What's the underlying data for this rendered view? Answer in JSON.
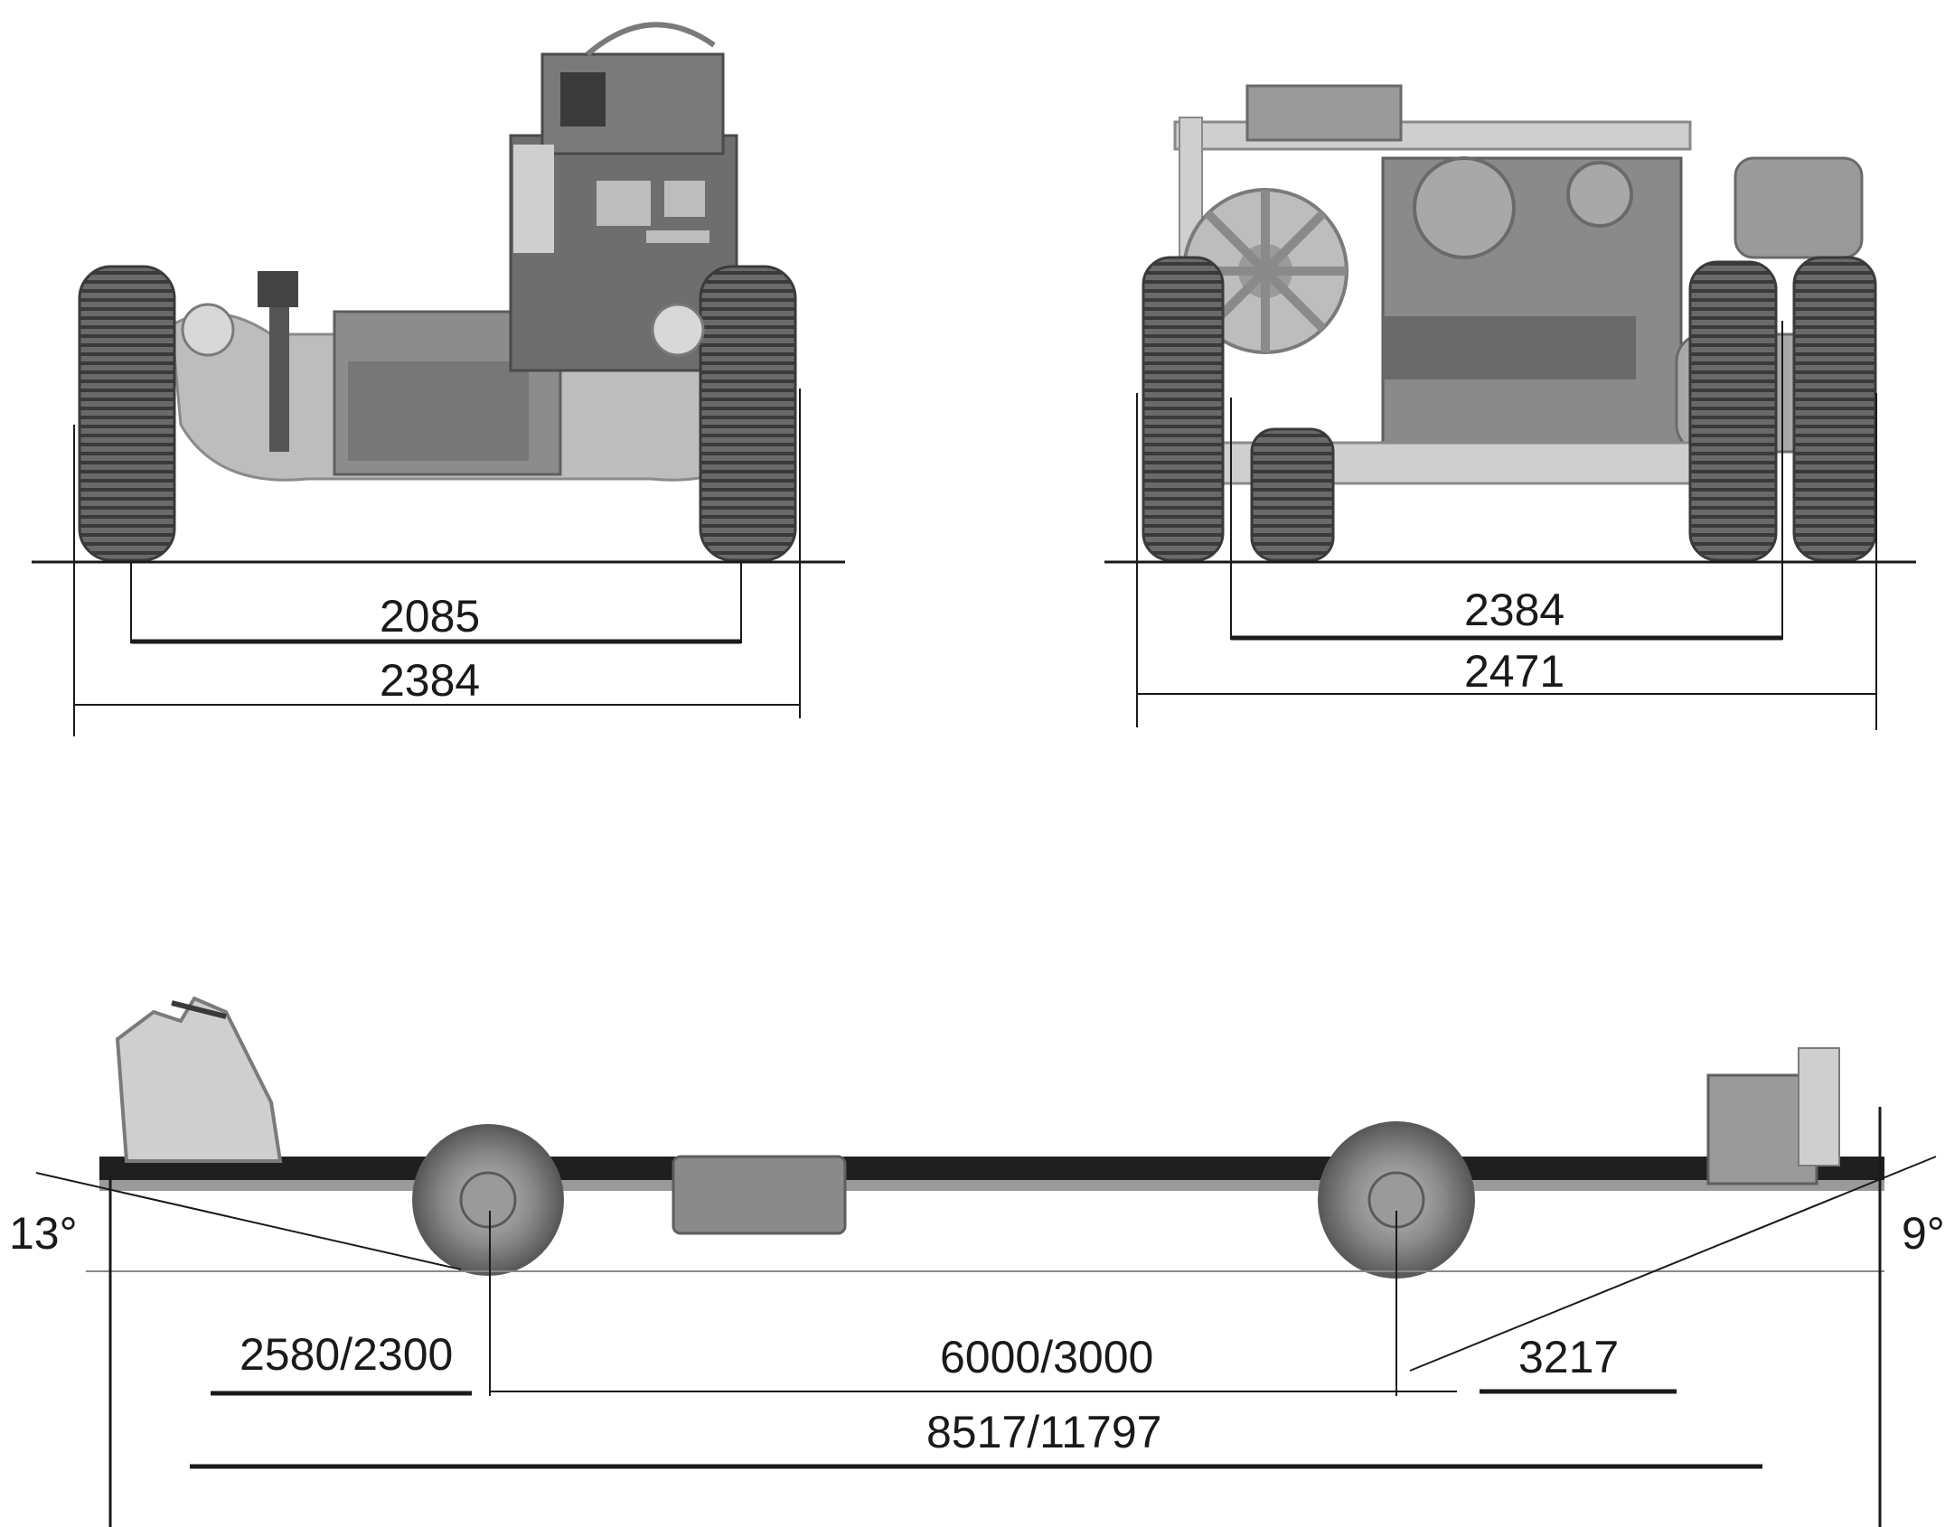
{
  "front_view": {
    "track_inner": "2085",
    "track_outer": "2384"
  },
  "rear_view": {
    "track_inner": "2384",
    "track_outer": "2471"
  },
  "side_view": {
    "approach_angle": "13°",
    "departure_angle": "9°",
    "front_overhang": "2580/2300",
    "wheelbase": "6000/3000",
    "rear_overhang": "3217",
    "overall_length": "8517/11797"
  },
  "colors": {
    "line": "#1a1a1a",
    "tyre": "#5e5e5e",
    "body": "#8f8f8f",
    "light": "#cfcfcf"
  }
}
